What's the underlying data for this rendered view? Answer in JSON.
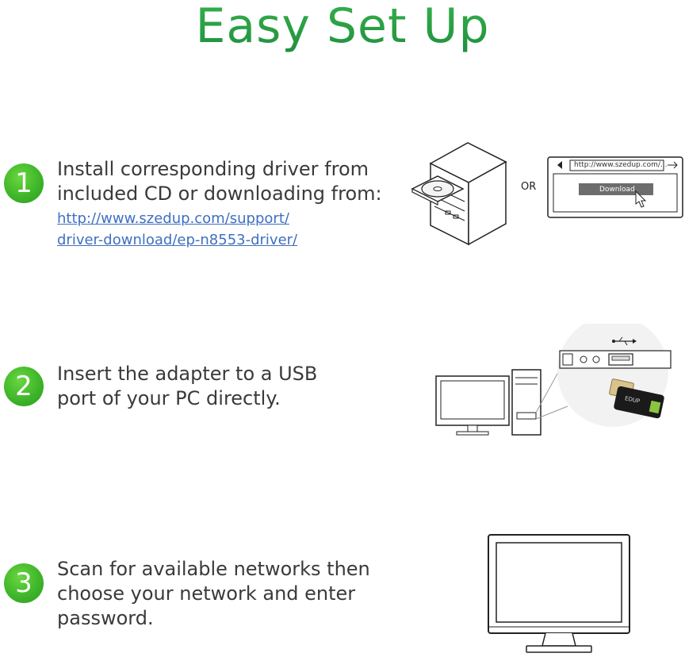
{
  "title": "Easy Set Up",
  "steps": [
    {
      "number": "1",
      "text_lines": [
        "Install corresponding driver from",
        "included CD or downloading from:"
      ],
      "link_lines": [
        "http://www.szedup.com/support/",
        "driver-download/ep-n8553-driver/"
      ]
    },
    {
      "number": "2",
      "text_lines": [
        "Insert the adapter to a USB",
        "port of your PC directly."
      ]
    },
    {
      "number": "3",
      "text_lines": [
        "Scan for available networks then",
        "choose your network and enter",
        "password."
      ]
    }
  ],
  "illustration": {
    "or_label": "OR",
    "browser_url": "http://www.szedup.com/...",
    "download_button": "Download",
    "adapter_label": "EDUP"
  },
  "colors": {
    "title_green": "#2ba24a",
    "badge_green": "#3fb62a",
    "link_blue": "#3f6fc2"
  }
}
